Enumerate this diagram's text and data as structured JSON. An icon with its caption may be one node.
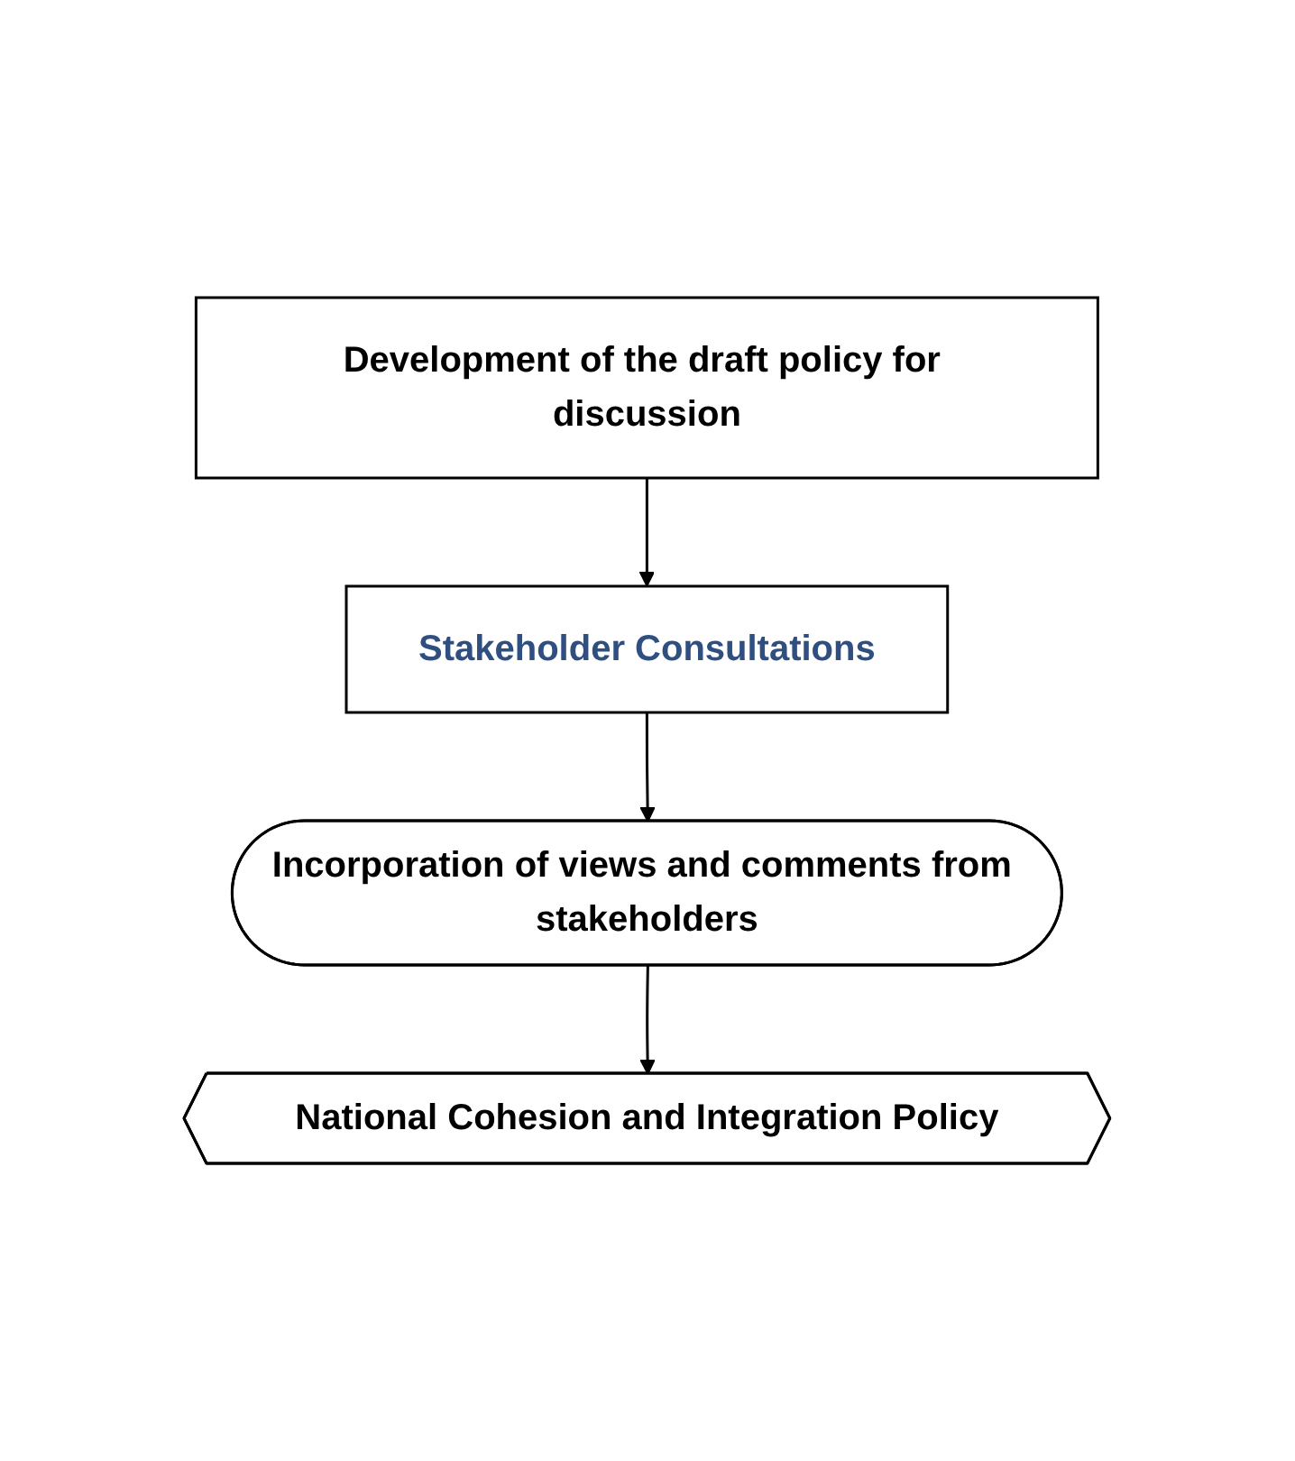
{
  "diagram": {
    "nodes": [
      {
        "text": [
          "Development of the draft policy for discussion"
        ]
      },
      {
        "text": [
          "Stakeholder Consultations"
        ]
      },
      {
        "text": [
          "Incorporation of views and comments from stakeholders"
        ]
      },
      {
        "text": [
          "National Cohesion and Integration Policy"
        ]
      }
    ],
    "edges": [
      {
        "from": 0,
        "to": 1,
        "arrow": "to"
      },
      {
        "from": 1,
        "to": 2,
        "arrow": "to"
      },
      {
        "from": 2,
        "to": 3,
        "arrow": "to"
      }
    ]
  }
}
